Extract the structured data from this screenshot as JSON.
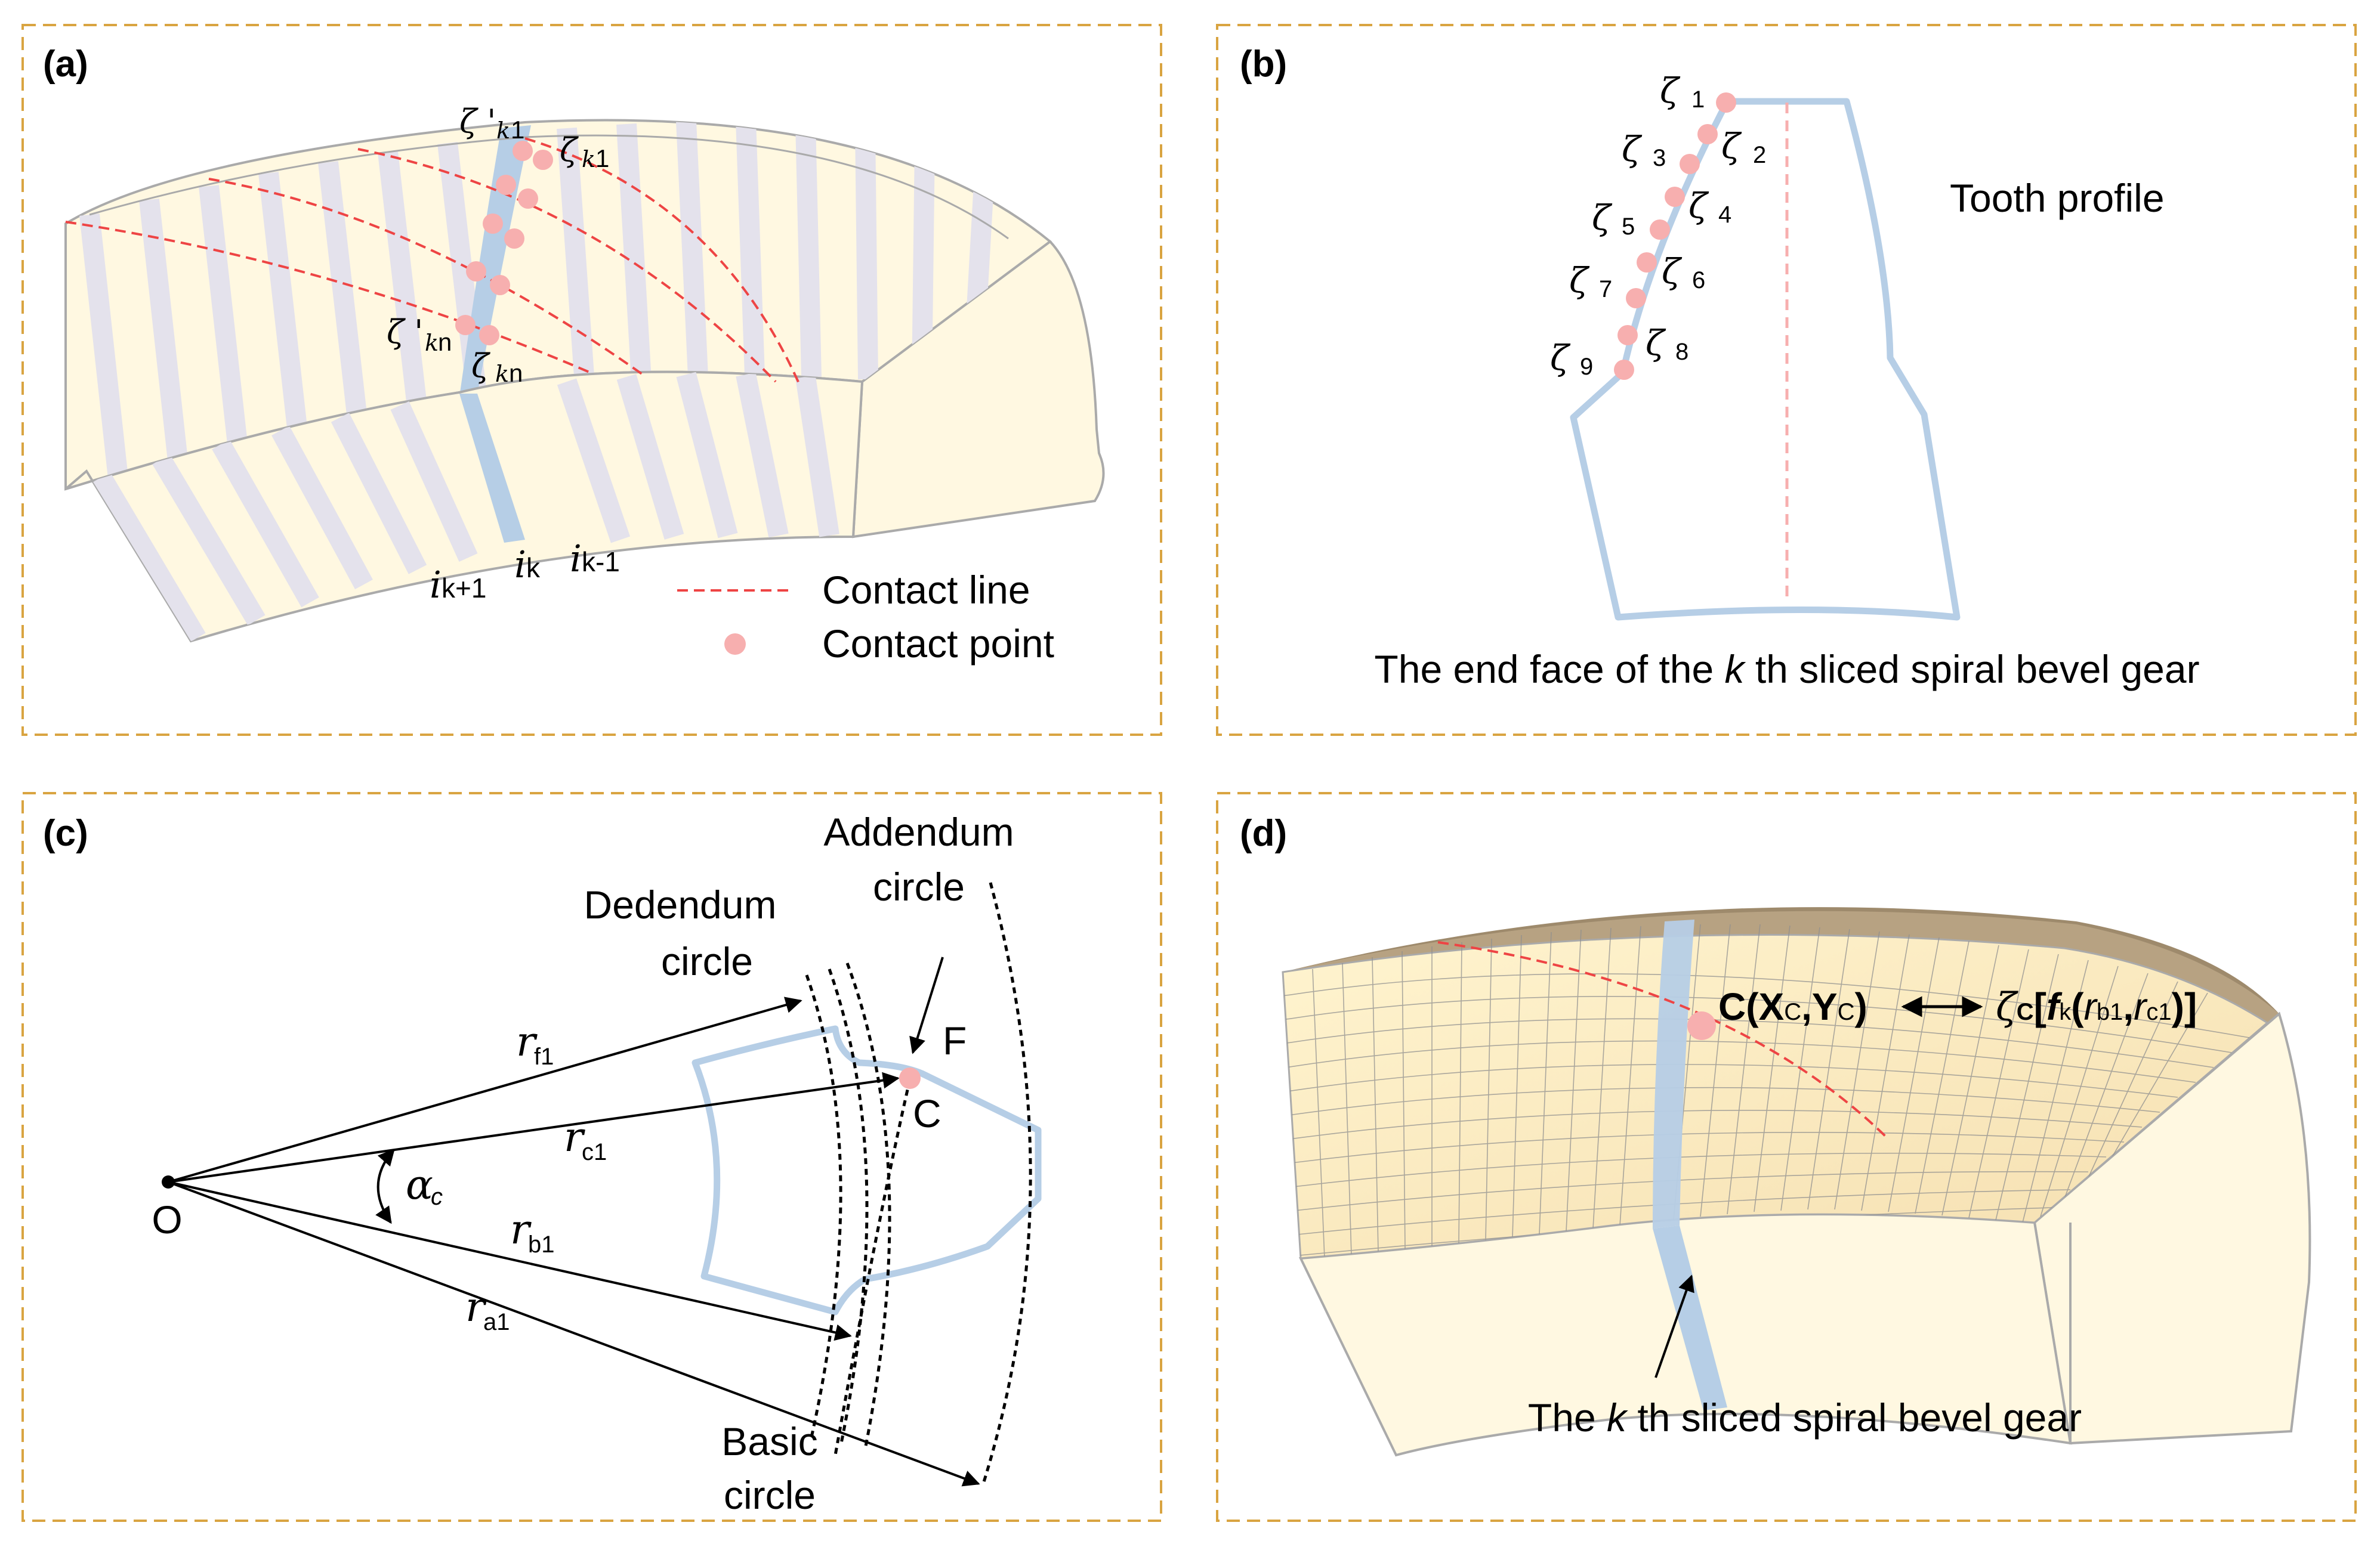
{
  "panels": {
    "a": {
      "label": "(a)",
      "zeta_k1_prime": "ζ '",
      "zeta_k1_prime_sub": "k",
      "zeta_k1_prime_sub2": "1",
      "zeta_k1": "ζ",
      "zeta_k1_sub": "k",
      "zeta_k1_sub2": "1",
      "zeta_kn_prime": "ζ '",
      "zeta_kn_prime_sub": "k",
      "zeta_kn_prime_sub2": "n",
      "zeta_kn": "ζ",
      "zeta_kn_sub": "k",
      "zeta_kn_sub2": "n",
      "i_kp1": "i",
      "i_kp1_sub": "k+1",
      "i_k": "i",
      "i_k_sub": "k",
      "i_km1": "i",
      "i_km1_sub": "k-1",
      "legend_line": "Contact line",
      "legend_point": "Contact point"
    },
    "b": {
      "label": "(b)",
      "zeta_labels": [
        "ζ",
        "ζ",
        "ζ",
        "ζ",
        "ζ",
        "ζ",
        "ζ",
        "ζ",
        "ζ"
      ],
      "zeta_subs": [
        "1",
        "2",
        "3",
        "4",
        "5",
        "6",
        "7",
        "8",
        "9"
      ],
      "tooth_profile": "Tooth profile",
      "caption_pre": "The end face of the ",
      "caption_k": "k",
      "caption_post": " th sliced spiral bevel gear"
    },
    "c": {
      "label": "(c)",
      "addendum_1": "Addendum",
      "addendum_2": "circle",
      "dedendum_1": "Dedendum",
      "dedendum_2": "circle",
      "basic_1": "Basic",
      "basic_2": "circle",
      "point_F": "F",
      "point_C": "C",
      "point_O": "O",
      "alpha": "α",
      "alpha_sub": "c",
      "r": "r",
      "r_f1_sub": "f1",
      "r_c1_sub": "c1",
      "r_b1_sub": "b1",
      "r_a1_sub": "a1"
    },
    "d": {
      "label": "(d)",
      "c_label_pre": "C(X",
      "c_label_sub1": "C",
      "c_label_mid": ",Y",
      "c_label_sub2": "C",
      "c_label_post": ")",
      "zeta_c": "ζ",
      "zeta_c_sub": "C",
      "f_open": "[",
      "f": "f",
      "f_sub": "k",
      "f_paren": "(",
      "r1": "r",
      "r1_sub": "b1",
      "comma": ",",
      "r2": "r",
      "r2_sub": "c1",
      "f_close": ")]",
      "caption_pre": "The ",
      "caption_k": "k",
      "caption_post": " th sliced spiral bevel gear"
    }
  },
  "colors": {
    "frame": "#D9A441",
    "blue": "#B6CEE6",
    "pink": "#F7AFAF",
    "red_dash": "#EE4444",
    "cream": "#FFF8E1",
    "grey_stripe": "#E4E2EC"
  }
}
